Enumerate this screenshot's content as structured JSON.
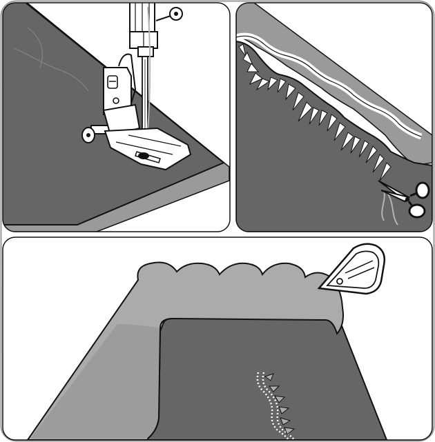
{
  "figure": {
    "panels": [
      {
        "id": "panel-1",
        "subject": "presser-foot-stitching"
      },
      {
        "id": "panel-2",
        "subject": "trim-seam-allowance"
      },
      {
        "id": "panel-3",
        "subject": "turn-and-press"
      }
    ],
    "colors": {
      "background": "#ffffff",
      "frame": "#9a9a9a",
      "fabric_dark": "#666666",
      "fabric_light": "#ababab",
      "outline": "#111111",
      "metal": "#ffffff",
      "thread": "#b5b5b5",
      "stitch": "#ffffff"
    },
    "icons": [
      "presser-foot-icon",
      "needle-icon",
      "scissors-icon",
      "iron-icon"
    ]
  }
}
